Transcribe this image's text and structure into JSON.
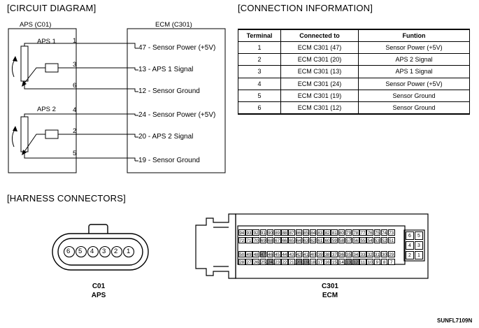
{
  "headings": {
    "circuit": "[CIRCUIT DIAGRAM]",
    "connection": "[CONNECTION INFORMATION]",
    "harness": "[HARNESS CONNECTORS]"
  },
  "circuit": {
    "aps_title": "APS (C01)",
    "ecm_title": "ECM (C301)",
    "sensor1": "APS 1",
    "sensor2": "APS 2",
    "pins": [
      "1",
      "3",
      "6",
      "4",
      "2",
      "5"
    ],
    "ecm_terminals": [
      "47 - Sensor Power (+5V)",
      "13 - APS 1 Signal",
      "12 - Sensor Ground",
      "24 - Sensor Power  (+5V)",
      "20 - APS 2 Signal",
      "19 - Sensor Ground"
    ]
  },
  "table": {
    "headers": [
      "Terminal",
      "Connected to",
      "Funtion"
    ],
    "rows": [
      [
        "1",
        "ECM C301 (47)",
        "Sensor Power (+5V)"
      ],
      [
        "2",
        "ECM C301 (20)",
        "APS 2 Signal"
      ],
      [
        "3",
        "ECM C301 (13)",
        "APS 1 Signal"
      ],
      [
        "4",
        "ECM C301 (24)",
        "Sensor Power (+5V)"
      ],
      [
        "5",
        "ECM C301 (19)",
        "Sensor Ground"
      ],
      [
        "6",
        "ECM C301 (12)",
        "Sensor Ground"
      ]
    ]
  },
  "c01": {
    "pins": [
      "6",
      "5",
      "4",
      "3",
      "2",
      "1"
    ],
    "caption_code": "C01",
    "caption_name": "APS"
  },
  "c301": {
    "rows": [
      [
        "94",
        "93",
        "92",
        "91",
        "90",
        "89",
        "88",
        "87",
        "86",
        "85",
        "84",
        "83",
        "82",
        "81",
        "80",
        "79",
        "78",
        "77",
        "76",
        "75",
        "74",
        "73"
      ],
      [
        "72",
        "71",
        "70",
        "69",
        "68",
        "67",
        "66",
        "65",
        "64",
        "63",
        "62",
        "61",
        "60",
        "59",
        "58",
        "57",
        "56",
        "55",
        "54",
        "53",
        "52",
        "51"
      ],
      [
        "50",
        "49",
        "48",
        "47",
        "46",
        "45",
        "44",
        "43",
        "42",
        "41",
        "40",
        "39",
        "38",
        "37",
        "36",
        "35",
        "34",
        "33",
        "32",
        "31",
        "30",
        "29"
      ],
      [
        "28",
        "27",
        "26",
        "25",
        "24",
        "23",
        "22",
        "21",
        "20",
        "19",
        "18",
        "17",
        "16",
        "15",
        "14",
        "13",
        "12",
        "11",
        "10",
        "9",
        "8",
        "7"
      ]
    ],
    "side_pins": [
      [
        "6",
        "5"
      ],
      [
        "4",
        "3"
      ],
      [
        "2",
        "1"
      ]
    ],
    "caption_code": "C301",
    "caption_name": "ECM"
  },
  "footer_code": "SUNFL7109N"
}
